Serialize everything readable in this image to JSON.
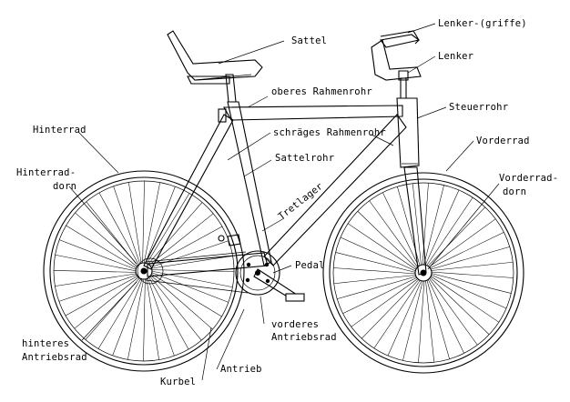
{
  "diagram": {
    "labels": {
      "sattel": "Sattel",
      "lenker_griffe": "Lenker-(griffe)",
      "lenker": "Lenker",
      "oberes_rahmenrohr": "oberes Rahmenrohr",
      "steuerrohr": "Steuerrohr",
      "hinterrad": "Hinterrad",
      "schraeges_rahmenrohr": "schräges Rahmenrohr",
      "vorderrad": "Vorderrad",
      "hinterrad_dorn_1": "Hinterrad-",
      "hinterrad_dorn_2": "dorn",
      "sattelrohr": "Sattelrohr",
      "vorderrad_dorn_1": "Vorderrad-",
      "vorderrad_dorn_2": "dorn",
      "tretlager": "Tretlager",
      "pedal": "Pedal",
      "vorderes_antriebsrad_1": "vorderes",
      "vorderes_antriebsrad_2": "Antriebsrad",
      "hinteres_antriebsrad_1": "hinteres",
      "hinteres_antriebsrad_2": "Antriebsrad",
      "antrieb": "Antrieb",
      "kurbel": "Kurbel"
    }
  }
}
